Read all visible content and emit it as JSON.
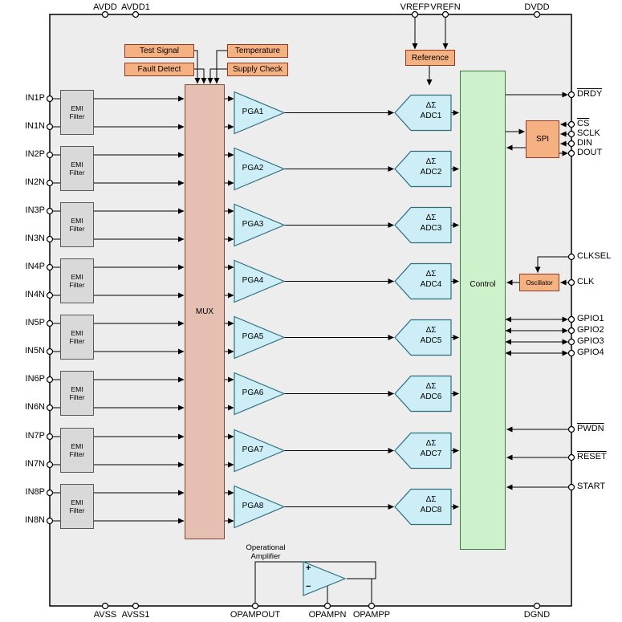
{
  "colors": {
    "chip_fill": "#ededed",
    "orange_fill": "#f6b183",
    "orange_border": "#903b20",
    "mux_fill": "#e4bfb2",
    "mux_border": "#7c4a38",
    "analog_fill": "#cdeef6",
    "analog_border": "#2f6f7d",
    "control_fill": "#cdf2cb",
    "control_border": "#3f7a3f",
    "emi_fill": "#d9d9d9",
    "line": "#000000"
  },
  "pins": {
    "top": [
      "AVDD",
      "AVDD1",
      "VREFP",
      "VREFN",
      "DVDD"
    ],
    "bottom": [
      "AVSS",
      "AVSS1",
      "OPAMPOUT",
      "OPAMPN",
      "OPAMPP",
      "DGND"
    ],
    "left": [
      "IN1P",
      "IN1N",
      "IN2P",
      "IN2N",
      "IN3P",
      "IN3N",
      "IN4P",
      "IN4N",
      "IN5P",
      "IN5N",
      "IN6P",
      "IN6N",
      "IN7P",
      "IN7N",
      "IN8P",
      "IN8N"
    ],
    "right": [
      {
        "label": "DRDY",
        "overline": true
      },
      {
        "label": "CS",
        "overline": true
      },
      {
        "label": "SCLK",
        "overline": false
      },
      {
        "label": "DIN",
        "overline": false
      },
      {
        "label": "DOUT",
        "overline": false
      },
      {
        "label": "CLKSEL",
        "overline": false
      },
      {
        "label": "CLK",
        "overline": false
      },
      {
        "label": "GPIO1",
        "overline": false
      },
      {
        "label": "GPIO2",
        "overline": false
      },
      {
        "label": "GPIO3",
        "overline": false
      },
      {
        "label": "GPIO4",
        "overline": false
      },
      {
        "label": "PWDN",
        "overline": true
      },
      {
        "label": "RESET",
        "overline": true
      },
      {
        "label": "START",
        "overline": false
      }
    ]
  },
  "blocks": {
    "test_signal": "Test Signal",
    "fault_detect": "Fault Detect",
    "temperature": "Temperature",
    "supply_check": "Supply Check",
    "reference": "Reference",
    "mux": "MUX",
    "control": "Control",
    "spi": "SPI",
    "oscillator": "Oscillator",
    "emi_line1": "EMI",
    "emi_line2": "Filter",
    "opamp_title_line1": "Operational",
    "opamp_title_line2": "Amplifier",
    "opamp_plus": "+",
    "opamp_minus": "−"
  },
  "channels": [
    {
      "pga": "PGA1",
      "adc_line1": "ΔΣ",
      "adc_line2": "ADC1"
    },
    {
      "pga": "PGA2",
      "adc_line1": "ΔΣ",
      "adc_line2": "ADC2"
    },
    {
      "pga": "PGA3",
      "adc_line1": "ΔΣ",
      "adc_line2": "ADC3"
    },
    {
      "pga": "PGA4",
      "adc_line1": "ΔΣ",
      "adc_line2": "ADC4"
    },
    {
      "pga": "PGA5",
      "adc_line1": "ΔΣ",
      "adc_line2": "ADC5"
    },
    {
      "pga": "PGA6",
      "adc_line1": "ΔΣ",
      "adc_line2": "ADC6"
    },
    {
      "pga": "PGA7",
      "adc_line1": "ΔΣ",
      "adc_line2": "ADC7"
    },
    {
      "pga": "PGA8",
      "adc_line1": "ΔΣ",
      "adc_line2": "ADC8"
    }
  ]
}
